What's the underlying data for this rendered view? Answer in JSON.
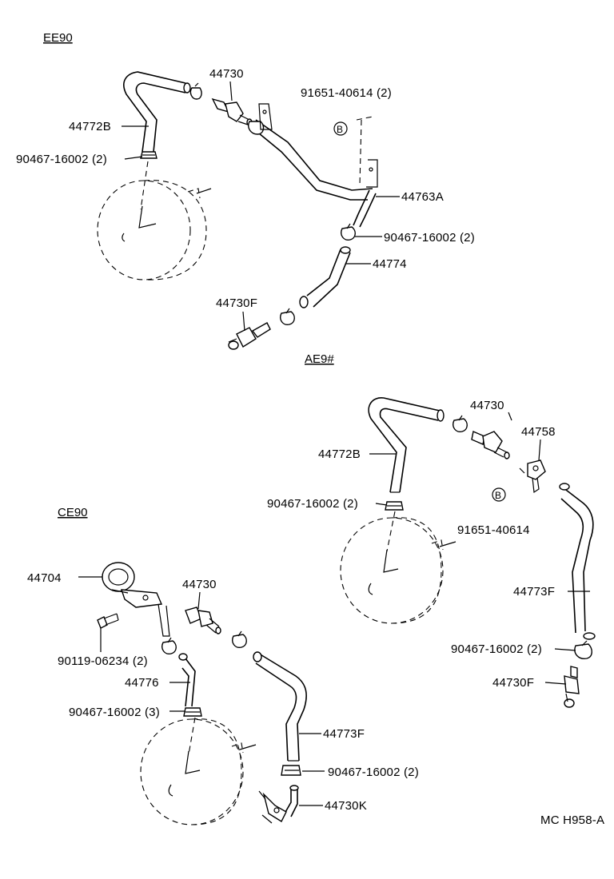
{
  "sections": {
    "ee90": "EE90",
    "ae9": "AE9#",
    "ce90": "CE90"
  },
  "ee90_labels": {
    "l44730": "44730",
    "l91651": "91651-40614 (2)",
    "l44772b": "44772B",
    "l90467a": "90467-16002 (2)",
    "l44763a": "44763A",
    "l90467b": "90467-16002 (2)",
    "l44774": "44774",
    "l44730f": "44730F",
    "markB": "B"
  },
  "ae9_labels": {
    "l44730": "44730",
    "l44758": "44758",
    "l44772b": "44772B",
    "l90467a": "90467-16002 (2)",
    "l91651": "91651-40614",
    "l44773f": "44773F",
    "l90467b": "90467-16002 (2)",
    "l44730f": "44730F",
    "markB": "B"
  },
  "ce90_labels": {
    "l44704": "44704",
    "l44730": "44730",
    "l90119": "90119-06234 (2)",
    "l44776": "44776",
    "l90467a": "90467-16002 (3)",
    "l44773f": "44773F",
    "l90467b": "90467-16002 (2)",
    "l44730k": "44730K"
  },
  "footer": {
    "code": "MC H958-A"
  }
}
